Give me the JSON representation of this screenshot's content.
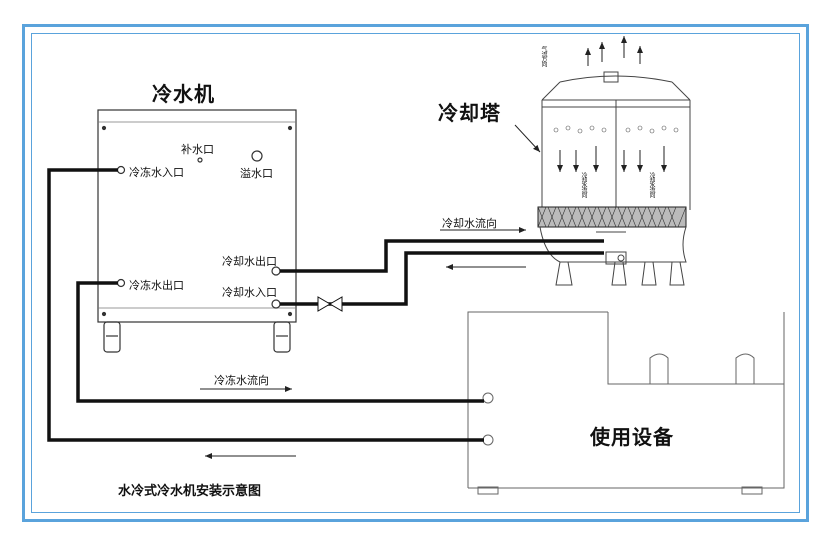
{
  "chiller": {
    "title": "冷水机",
    "makeup_water": "补水口",
    "overflow": "溢水口",
    "chilled_inlet": "冷冻水入口",
    "chilled_outlet": "冷冻水出口",
    "cooling_outlet": "冷却水出口",
    "cooling_inlet": "冷却水入口"
  },
  "tower": {
    "title": "冷却塔",
    "airflow_label": "气流方向",
    "inner_label_left": "冷却水流向",
    "inner_label_right": "冷却水流向"
  },
  "flows": {
    "cooling_flow": "冷却水流向",
    "chilled_flow": "冷冻水流向"
  },
  "equipment": {
    "title": "使用设备"
  },
  "caption": "水冷式冷水机安装示意图",
  "colors": {
    "frame": "#5aa3dc",
    "pipe": "#111111",
    "line": "#555555"
  }
}
